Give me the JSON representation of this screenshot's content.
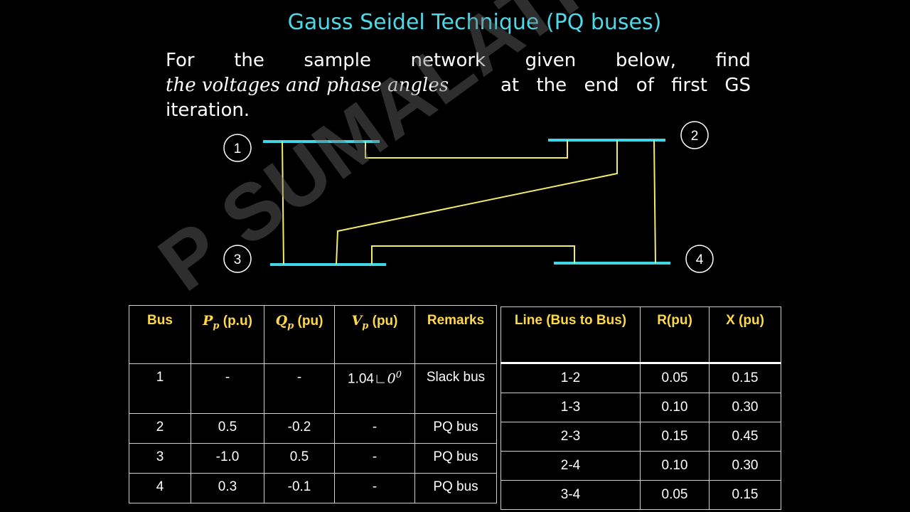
{
  "title": "Gauss Seidel Technique (PQ buses)",
  "problem": {
    "line1_words": [
      "For",
      "the",
      "sample",
      "network",
      "given",
      "below,",
      "find"
    ],
    "line2_emph": "the voltages and phase angles",
    "line2_tail_words": [
      "at",
      "the",
      "end",
      "of",
      "first",
      "GS"
    ],
    "line3": "iteration."
  },
  "diagram": {
    "bus_labels": [
      "1",
      "2",
      "3",
      "4"
    ],
    "bus_color": "#3fd6e6",
    "line_color": "#f2ea6a"
  },
  "watermark": "P SUMALATHA",
  "bus_table": {
    "headers": {
      "bus": "Bus",
      "p_sym": "P",
      "p_sub": "p",
      "p_unit": " (p.u)",
      "q_sym": "Q",
      "q_sub": "p",
      "q_unit": " (pu)",
      "v_sym": "V",
      "v_sub": "p",
      "v_unit": " (pu)",
      "remarks": "Remarks"
    },
    "rows": [
      {
        "bus": "1",
        "p": "-",
        "q": "-",
        "v_mag": "1.04",
        "v_ang": "0",
        "v_ang_exp": "0",
        "remarks": "Slack bus"
      },
      {
        "bus": "2",
        "p": "0.5",
        "q": "-0.2",
        "v": "-",
        "remarks": "PQ  bus"
      },
      {
        "bus": "3",
        "p": "-1.0",
        "q": "0.5",
        "v": "-",
        "remarks": "PQ  bus"
      },
      {
        "bus": "4",
        "p": "0.3",
        "q": "-0.1",
        "v": "-",
        "remarks": "PQ  bus"
      }
    ]
  },
  "line_table": {
    "headers": {
      "line": "Line (Bus to Bus)",
      "r": "R(pu)",
      "x": "X (pu)"
    },
    "rows": [
      {
        "line": "1-2",
        "r": "0.05",
        "x": "0.15"
      },
      {
        "line": "1-3",
        "r": "0.10",
        "x": "0.30"
      },
      {
        "line": "2-3",
        "r": "0.15",
        "x": "0.45"
      },
      {
        "line": "2-4",
        "r": "0.10",
        "x": "0.30"
      },
      {
        "line": "3-4",
        "r": "0.05",
        "x": "0.15"
      }
    ]
  }
}
